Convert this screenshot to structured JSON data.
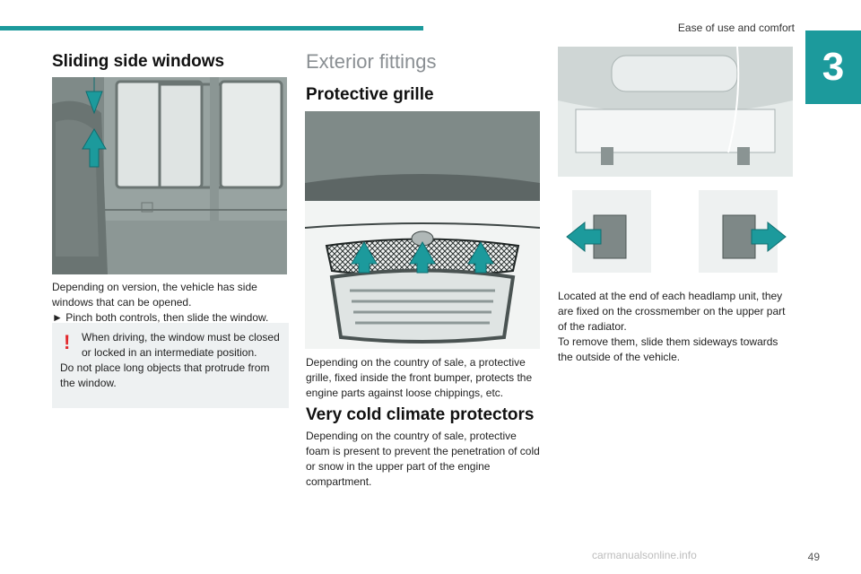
{
  "header": {
    "section_title": "Ease of use and comfort",
    "chapter_number": "3"
  },
  "col1": {
    "title": "Sliding side windows",
    "p1": "Depending on version, the vehicle has side windows that can be opened.",
    "p2": "► Pinch both controls, then slide the window.",
    "warning": {
      "line1": "When driving, the window must be closed or locked in an intermediate position.",
      "line2": "Do not place long objects that protrude from the window."
    }
  },
  "col2": {
    "title": "Exterior fittings",
    "sub1": "Protective grille",
    "p1": "Depending on the country of sale, a protective grille, fixed inside the front bumper, protects the engine parts against loose chippings, etc.",
    "sub2": "Very cold climate protectors",
    "p2": "Depending on the country of sale, protective foam is present to prevent the penetration of cold or snow in the upper part of the engine compartment."
  },
  "col3": {
    "p1": "Located at the end of each headlamp unit, they are fixed on the crossmember on the upper part of the radiator.",
    "p2": "To remove them, slide them sideways towards the outside of the vehicle."
  },
  "footer": {
    "page_number": "49",
    "watermark": "carmanualsonline.info"
  },
  "colors": {
    "accent": "#1c9a9c",
    "warning": "#e2282c",
    "panel": "#eef1f2"
  }
}
